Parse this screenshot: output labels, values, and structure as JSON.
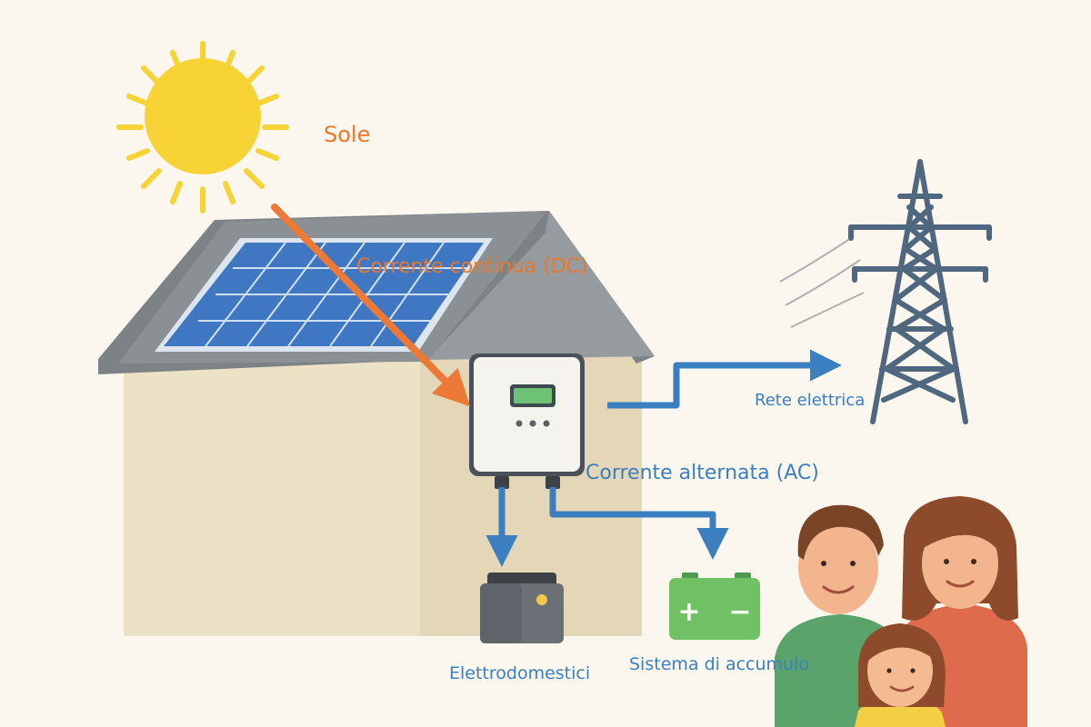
{
  "labels": {
    "sun": "Sole",
    "dc": "Corrente continua (DC)",
    "ac": "Corrente alternata (AC)",
    "grid": "Rete elettrica",
    "appliances": "Elettrodomestici",
    "storage": "Sistema di accumulo"
  },
  "battery": {
    "plus": "+",
    "minus": "−"
  },
  "colors": {
    "background": "#fbf7ee",
    "sun": "#f8d336",
    "dc_arrow": "#ec7a36",
    "ac_arrow": "#3b7fc0",
    "panel": "#3f77c3",
    "pylon": "#4f6880",
    "house_wall": "#ece2c6"
  }
}
